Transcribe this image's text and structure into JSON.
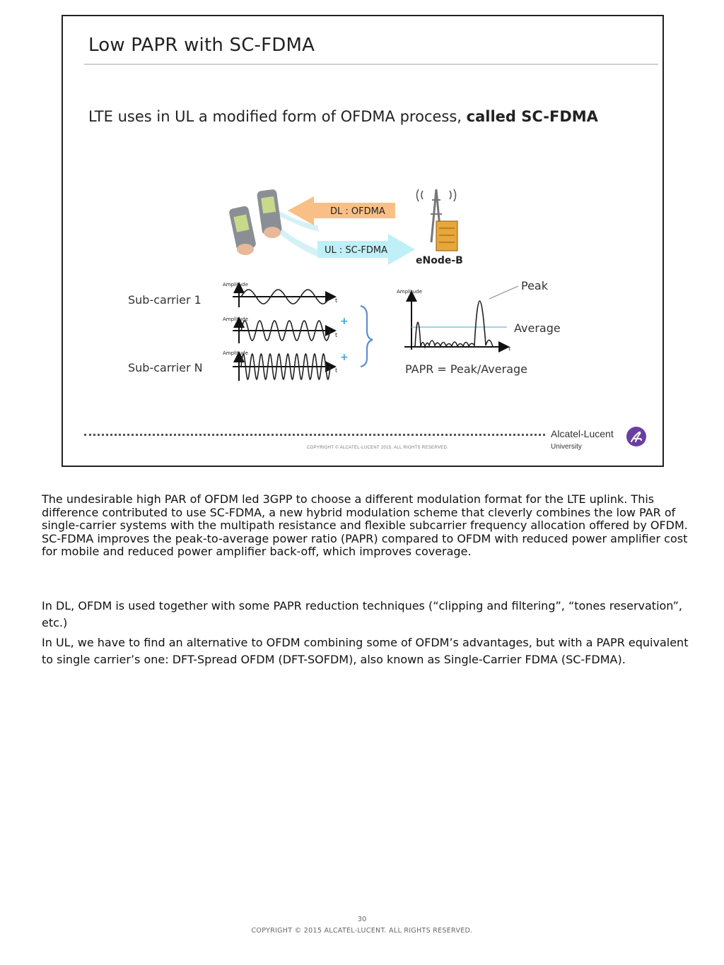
{
  "slide": {
    "title": "Low PAPR with SC-FDMA",
    "subtitle_plain": "LTE uses in UL a modified form of OFDMA process, ",
    "subtitle_bold": "called SC-FDMA",
    "diagram": {
      "dl_label": "DL : OFDMA",
      "ul_label": "UL : SC-FDMA",
      "enodeb_label": "eNode-B",
      "subcarrier1_label": "Sub-carrier 1",
      "subcarrierN_label": "Sub-carrier N",
      "amplitude_label": "Amplitude",
      "time_label": "t",
      "plus_sign": "+",
      "peak_label": "Peak",
      "average_label": "Average",
      "papr_formula": "PAPR = Peak/Average"
    },
    "brand_name": "Alcatel-Lucent",
    "brand_sub": "University",
    "slide_copyright": "COPYRIGHT © ALCATEL-LUCENT 2015. ALL RIGHTS RESERVED."
  },
  "body": {
    "paragraph1": "The undesirable high PAR of OFDM led 3GPP to choose a different modulation format for the LTE uplink. This difference contributed to use SC-FDMA, a new hybrid modulation scheme that cleverly combines the low PAR of single-carrier systems with the multipath resistance and flexible subcarrier frequency allocation offered by OFDM. SC-FDMA improves the peak-to-average power ratio (PAPR) compared to OFDM with reduced power amplifier cost for mobile and reduced power amplifier back-off, which improves coverage.",
    "paragraph2": "In DL, OFDM is used together with some PAPR reduction techniques (“clipping and filtering”, “tones reservation”, etc.)",
    "paragraph3": "In UL, we have to find an alternative to OFDM combining some of OFDM’s advantages, but with a PAPR equivalent to single carrier’s one: DFT-Spread OFDM (DFT-SOFDM), also known as Single-Carrier FDMA (SC-FDMA)."
  },
  "footer": {
    "page_number": "30",
    "copyright": "COPYRIGHT © 2015 ALCATEL-LUCENT. ALL RIGHTS RESERVED."
  },
  "colors": {
    "dl_arrow": "#f7b979",
    "ul_arrow": "#bff0f7",
    "average_line": "#7fc6e0",
    "brace": "#5b8fd0",
    "plus": "#3aa7d6",
    "logo": "#6a3ea1"
  }
}
